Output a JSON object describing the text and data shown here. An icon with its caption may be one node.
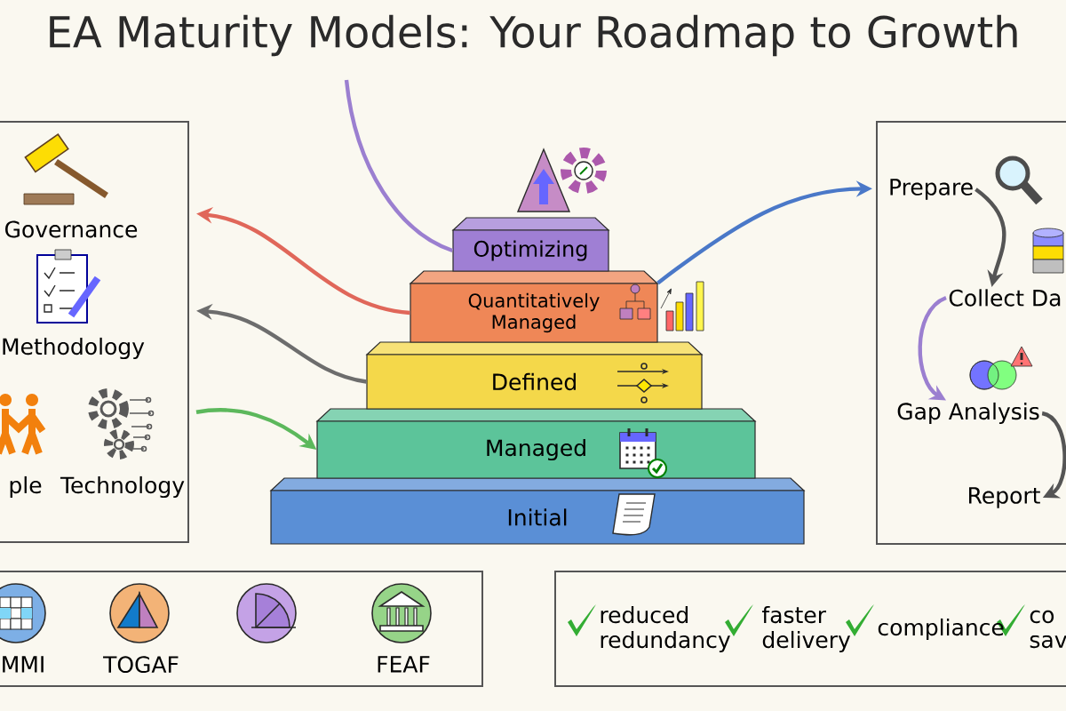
{
  "diagram": {
    "title": "EA Maturity Models: Your Roadmap to Growth",
    "nodes": [
      {
        "text": [],
        "shape": "box"
      },
      {
        "text": [
          "Optimizing"
        ]
      },
      {
        "text": [
          "Quantitatively Managed"
        ]
      },
      {
        "text": [
          "Defined"
        ]
      },
      {
        "text": [
          "Managed"
        ]
      },
      {
        "text": [
          "Initial"
        ]
      },
      {
        "text": [],
        "shape": "box"
      },
      {
        "text": [
          "Prepare"
        ],
        "in": 6
      },
      {
        "text": [
          "Collect Da"
        ],
        "in": 6
      },
      {
        "text": [
          "Gap Analysis"
        ],
        "in": 6
      },
      {
        "text": [
          "Report"
        ],
        "in": 6
      },
      {
        "text": [],
        "shape": "box"
      },
      {
        "text": [
          "MMI"
        ],
        "in": 11
      },
      {
        "text": [
          "TOGAF"
        ],
        "in": 11
      },
      {
        "text": [],
        "shape": "circle",
        "in": 11
      },
      {
        "text": [
          "FEAF"
        ],
        "in": 11
      },
      {
        "text": [],
        "shape": "box"
      }
    ],
    "edges": [
      {
        "from": null,
        "to": 1,
        "arrow": "none",
        "color": "#9b7fd0"
      },
      {
        "from": 2,
        "to": 0,
        "arrow": "to",
        "color": "#e0675a"
      },
      {
        "from": 3,
        "to": 0,
        "arrow": "to",
        "color": "#6d6d6d"
      },
      {
        "from": 0,
        "to": 4,
        "arrow": "to",
        "color": "#5cb85c"
      },
      {
        "from": 2,
        "to": 6,
        "arrow": "to",
        "color": "#4a78c8"
      },
      {
        "from": 7,
        "to": 8,
        "arrow": "to",
        "color": "#555555"
      },
      {
        "from": 8,
        "to": 9,
        "arrow": "to",
        "color": "#9b7fd0"
      },
      {
        "from": 9,
        "to": 10,
        "arrow": "to",
        "color": "#555555"
      }
    ],
    "labels": [
      "Governance",
      "Methodology",
      "ple",
      "Technology",
      "reduced redundancy",
      "faster delivery",
      "compliance",
      "co sav"
    ]
  }
}
